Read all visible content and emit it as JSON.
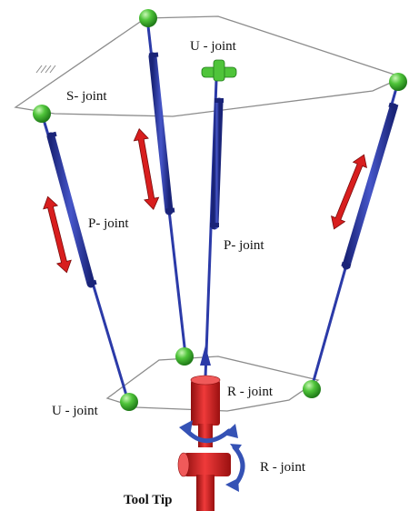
{
  "labels": {
    "s_joint": "S- joint",
    "u_joint_top": "U - joint",
    "p_joint_left": "P- joint",
    "p_joint_center": "P- joint",
    "u_joint_bottom": "U - joint",
    "r_joint_upper": "R - joint",
    "r_joint_lower": "R - joint",
    "tool_tip": "Tool  Tip"
  },
  "colors": {
    "platform_outline": "#8c8c8c",
    "leg_blue": "#2b3aa8",
    "leg_blue_dark": "#1a2478",
    "joint_green": "#4fc43a",
    "joint_green_light": "#a8ee90",
    "arrow_red": "#d81e1e",
    "tool_red": "#d81e1e",
    "rotation_arrow": "#3552b5"
  }
}
